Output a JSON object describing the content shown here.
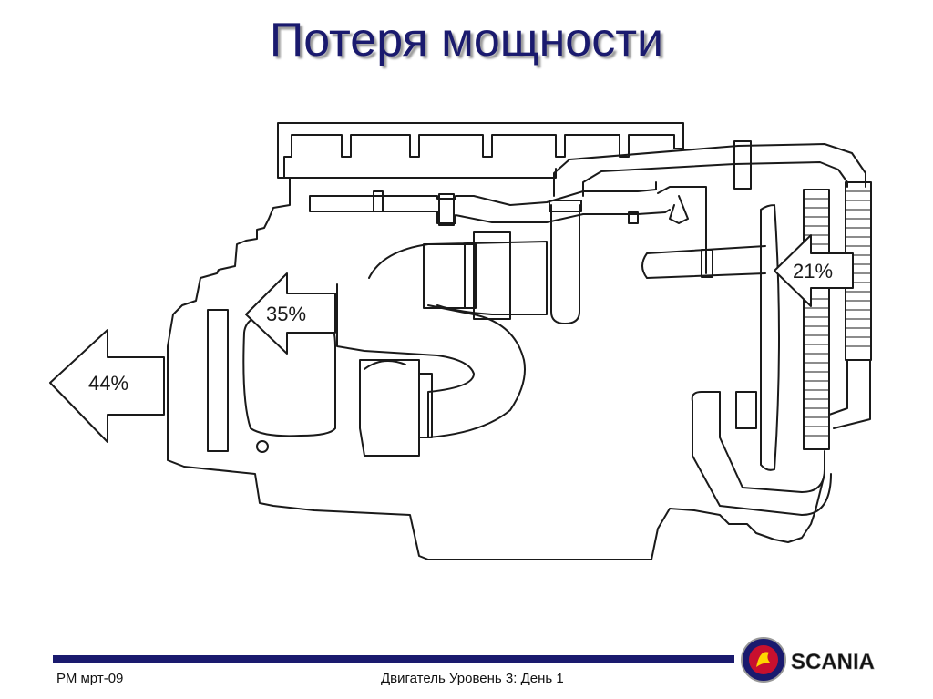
{
  "slide": {
    "title": "Потеря мощности"
  },
  "diagram": {
    "arrows": [
      {
        "id": "exhaust",
        "label": "44%"
      },
      {
        "id": "turbo",
        "label": "35%"
      },
      {
        "id": "cooling",
        "label": "21%"
      }
    ],
    "line_color": "#1a1a1a"
  },
  "footer": {
    "left_text": "РМ мрт-09",
    "center_text": "Двигатель Уровень 3: День 1",
    "bar_color": "#1a1a6e"
  },
  "brand": {
    "logo_text": "SCANIA"
  }
}
